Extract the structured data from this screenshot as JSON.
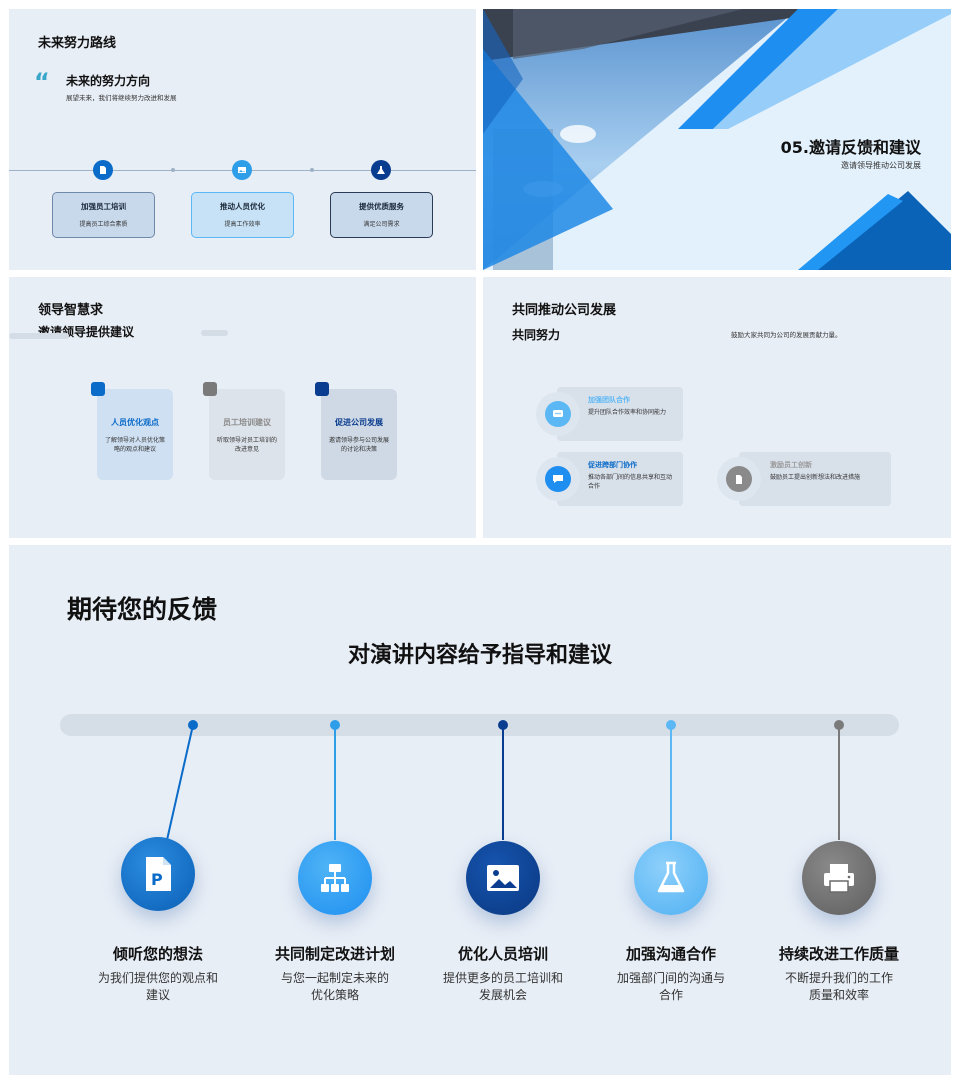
{
  "slide1": {
    "title": "未来努力路线",
    "quote_title": "未来的努力方向",
    "quote_text": "展望未来，我们将继续努力改进和发展",
    "items": [
      {
        "title": "加强员工培训",
        "desc": "提高员工综合素质",
        "icon": "document-icon"
      },
      {
        "title": "推动人员优化",
        "desc": "提高工作效率",
        "icon": "image-icon"
      },
      {
        "title": "提供优质服务",
        "desc": "满足公司需求",
        "icon": "flask-icon"
      }
    ]
  },
  "slide2": {
    "title": "05.邀请反馈和建议",
    "subtitle": "邀请领导推动公司发展"
  },
  "slide3": {
    "title": "领导智慧求",
    "subtitle": "邀请领导提供建议",
    "cards": [
      {
        "title": "人员优化观点",
        "desc": "了解领导对人员优化策略的观点和建议"
      },
      {
        "title": "员工培训建议",
        "desc": "听取领导对员工培训的改进意见"
      },
      {
        "title": "促进公司发展",
        "desc": "邀请领导参与公司发展的讨论和决策"
      }
    ]
  },
  "slide4": {
    "title": "共同推动公司发展",
    "subtitle": "共同努力",
    "note": "鼓励大家共同为公司的发展贡献力量。",
    "items": [
      {
        "title": "加强团队合作",
        "desc": "提升团队合作效率和协同能力",
        "icon": "chat-icon"
      },
      {
        "title": "促进跨部门协作",
        "desc": "推动各部门间的信息共享和互动合作",
        "icon": "message-icon"
      },
      {
        "title": "激励员工创新",
        "desc": "鼓励员工提出创新想法和改进措施",
        "icon": "document-icon"
      }
    ]
  },
  "slide5": {
    "title": "期待您的反馈",
    "subtitle": "对演讲内容给予指导和建议",
    "items": [
      {
        "title": "倾听您的想法",
        "desc": "为我们提供您的观点和建议",
        "icon": "document-icon"
      },
      {
        "title": "共同制定改进计划",
        "desc": "与您一起制定未来的优化策略",
        "icon": "org-chart-icon"
      },
      {
        "title": "优化人员培训",
        "desc": "提供更多的员工培训和发展机会",
        "icon": "image-icon"
      },
      {
        "title": "加强沟通合作",
        "desc": "加强部门间的沟通与合作",
        "icon": "flask-icon"
      },
      {
        "title": "持续改进工作质量",
        "desc": "不断提升我们的工作质量和效率",
        "icon": "printer-icon"
      }
    ]
  },
  "colors": {
    "primary": "#0b6bc9",
    "dark": "#0a3d8f",
    "light": "#5bb8f5",
    "gray": "#7a7a7a",
    "background": "#e8eef6"
  }
}
